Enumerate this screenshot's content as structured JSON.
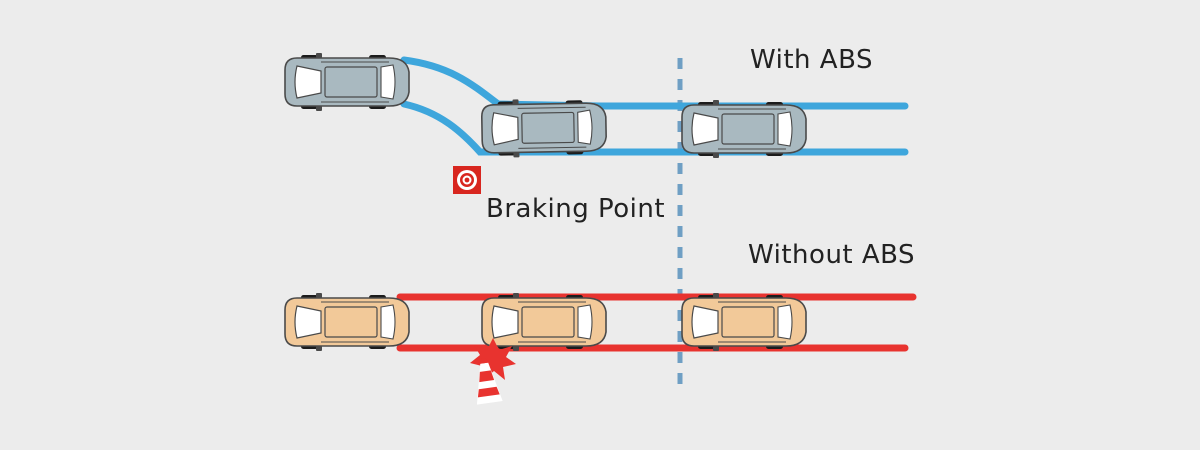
{
  "labels": {
    "with_abs": "With ABS",
    "braking_point": "Braking Point",
    "without_abs": "Without ABS"
  },
  "colors": {
    "background": "#ececec",
    "abs_track": "#3ea6dc",
    "no_abs_track": "#e8332f",
    "abs_car_body": "#a9b9c0",
    "no_abs_car_body": "#f2c999",
    "dashed_line": "#6f9fc4",
    "target_red": "#d8261f"
  },
  "icons": {
    "braking_point_marker": "target-icon",
    "collision": "impact-burst-icon",
    "obstacle": "traffic-cone-icon"
  }
}
